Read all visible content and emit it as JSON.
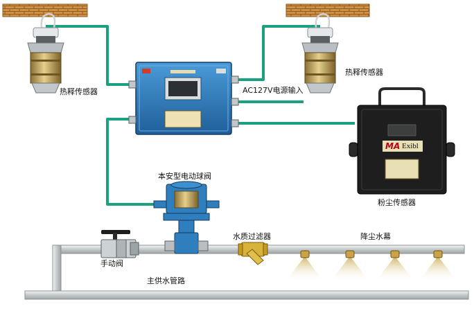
{
  "labels": {
    "heat_sensor_left": "热释传感器",
    "heat_sensor_right": "热释传感器",
    "power_input": "AC127V电源输入",
    "ball_valve": "本安型电动球阀",
    "dust_sensor": "粉尘传感器",
    "water_filter": "水质过滤器",
    "dust_curtain": "降尘水幕",
    "manual_valve": "手动阀",
    "main_pipe": "主供水管路"
  },
  "dust_sensor_brand": {
    "ma": "MA",
    "exibl": "Exibl"
  },
  "colors": {
    "cable": "#1aa182",
    "control_box": "#2f7fbf",
    "sensor_box": "#1e1e1e",
    "pipe": "#d8dcdc",
    "brick": "#c9883a"
  }
}
